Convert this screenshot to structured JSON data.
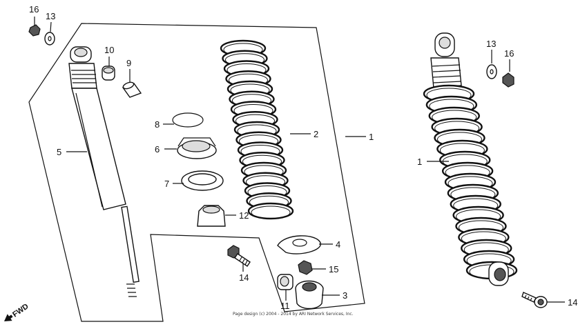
{
  "diagram": {
    "callouts": {
      "c1_left": "1",
      "c1_right": "1",
      "c2": "2",
      "c3": "3",
      "c4": "4",
      "c5": "5",
      "c6": "6",
      "c7": "7",
      "c8": "8",
      "c9": "9",
      "c10": "10",
      "c11": "11",
      "c12": "12",
      "c13_left": "13",
      "c13_right": "13",
      "c14_mid": "14",
      "c14_right": "14",
      "c15": "15",
      "c16_left": "16",
      "c16_right": "16"
    },
    "fwd_label": "FWD",
    "copyright": "Page design (c) 2004 - 2014 by ARI Network Services, Inc."
  }
}
